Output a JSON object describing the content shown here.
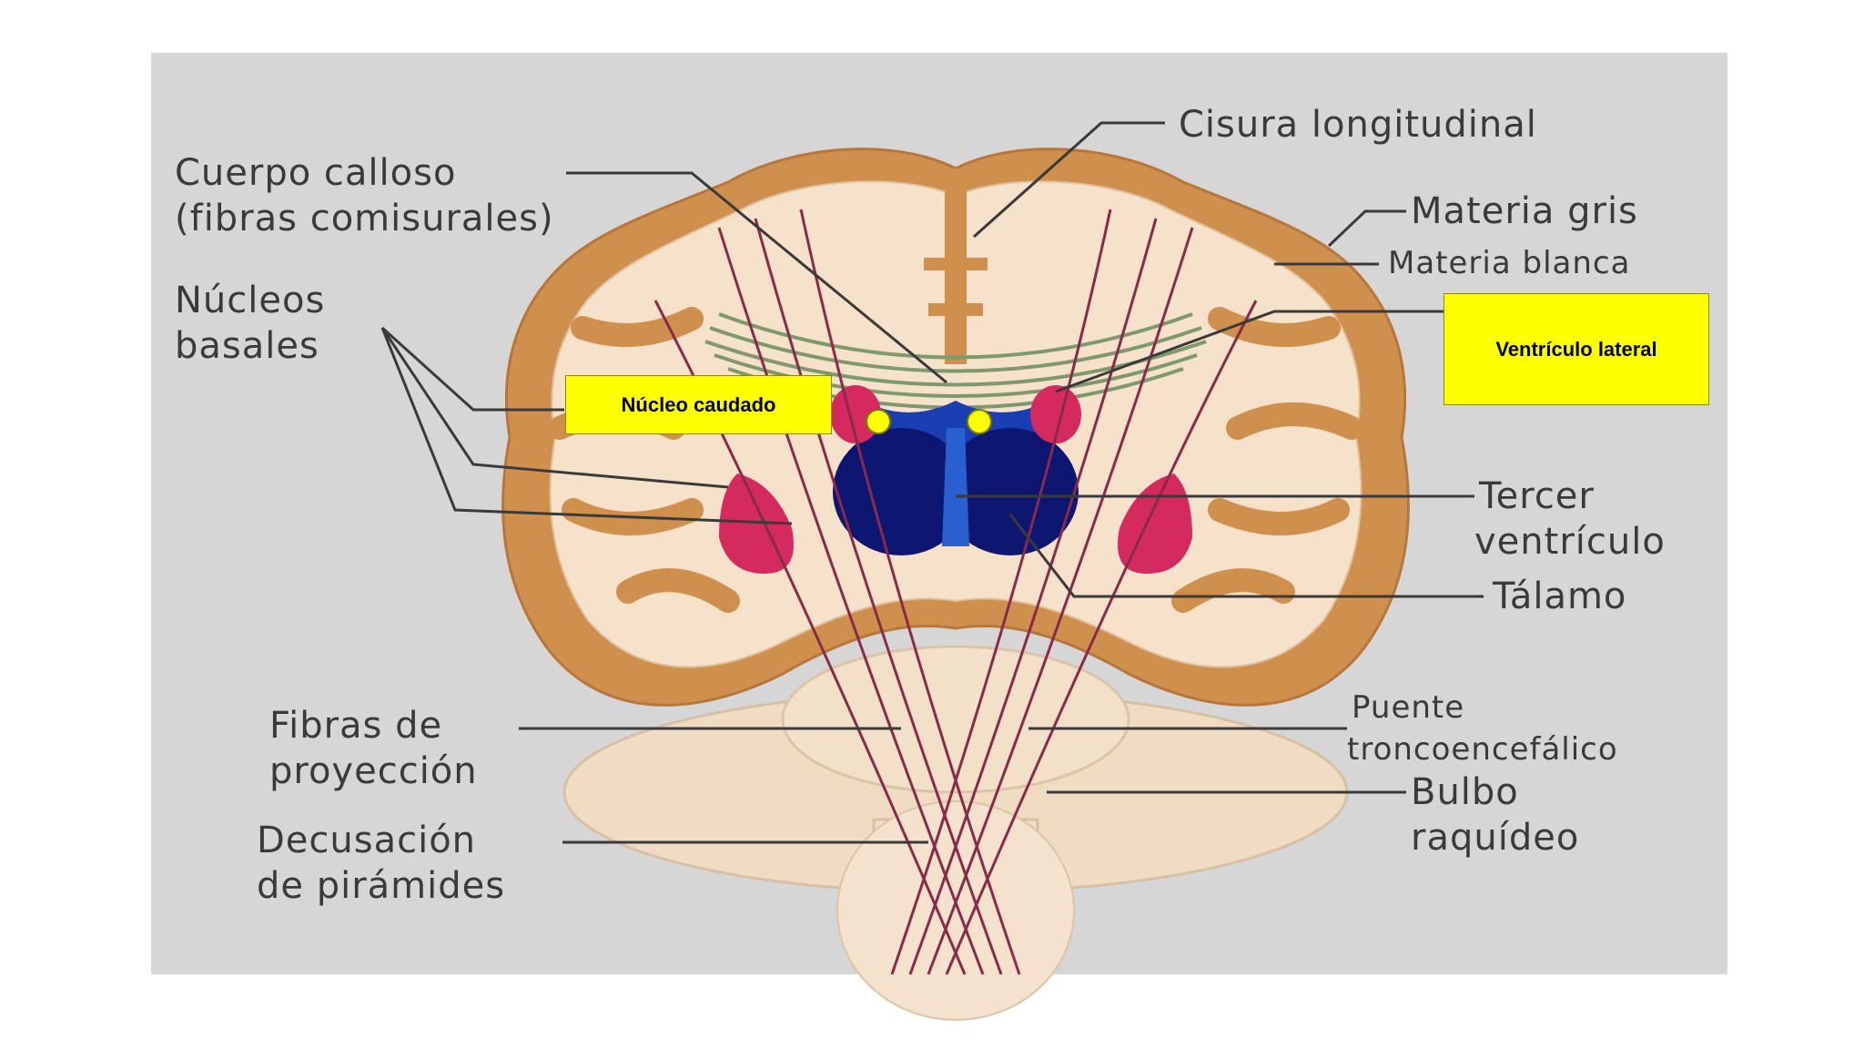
{
  "labels": {
    "cisura": "Cisura longitudinal",
    "cuerpo_1": "Cuerpo calloso",
    "cuerpo_2": "(fibras comisurales)",
    "materia_gris": "Materia gris",
    "materia_blanca": "Materia blanca",
    "nucleos_1": "Núcleos",
    "nucleos_2": "basales",
    "tercer_1": "Tercer",
    "tercer_2": "ventrículo",
    "talamo": "Tálamo",
    "fibras_1": "Fibras de",
    "fibras_2": "proyección",
    "puente_1": "Puente",
    "puente_2": "troncoencefálico",
    "bulbo_1": "Bulbo",
    "bulbo_2": "raquídeo",
    "decusacion_1": "Decusación",
    "decusacion_2": "de pirámides"
  },
  "annotations": {
    "nucleo_caudado": "Núcleo caudado",
    "ventriculo_lateral": "Ventrículo lateral"
  },
  "colors": {
    "panel": "#d6d6d6",
    "gray_matter": "#cf8f4d",
    "white_matter": "#f6e1cb",
    "ventricle": "#0d1670",
    "basal_nuclei": "#d42a5e",
    "fibers": "#8a2a4a",
    "highlight": "#ffff00"
  }
}
